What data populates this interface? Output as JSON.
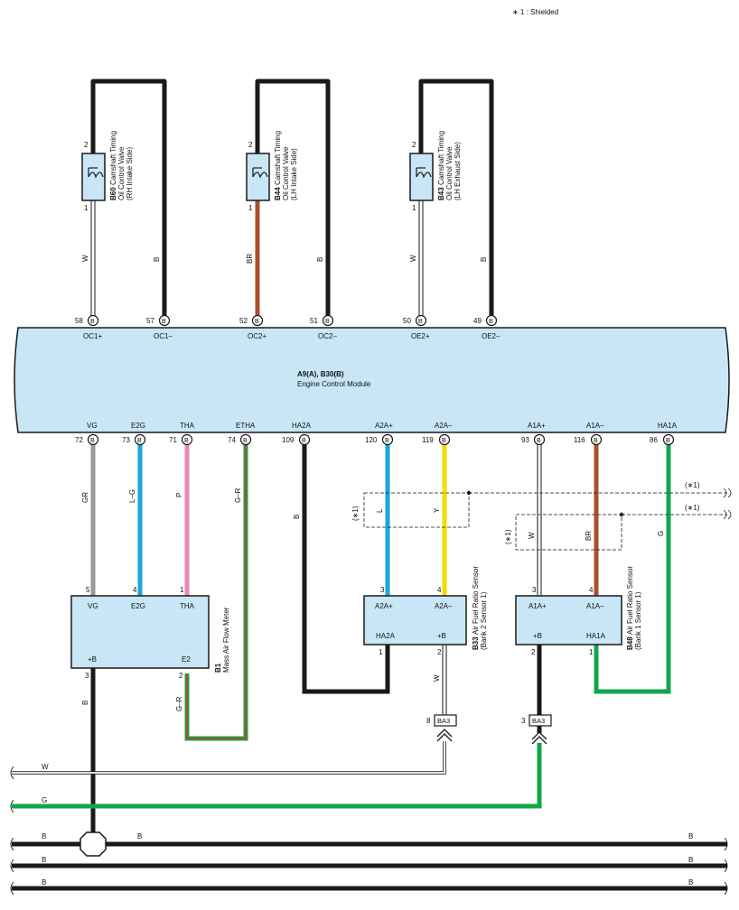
{
  "note": "∗ 1 : Shielded",
  "ecm": {
    "code": "A9(A), B30(B)",
    "name": "Engine Control Module"
  },
  "pin_letter": "B",
  "top_pins": [
    {
      "num": "58",
      "sig": "OC1+"
    },
    {
      "num": "57",
      "sig": "OC1–"
    },
    {
      "num": "52",
      "sig": "OC2+"
    },
    {
      "num": "51",
      "sig": "OC2–"
    },
    {
      "num": "50",
      "sig": "OE2+"
    },
    {
      "num": "49",
      "sig": "OE2–"
    }
  ],
  "bottom_pins": [
    {
      "num": "72",
      "sig": "VG"
    },
    {
      "num": "73",
      "sig": "E2G"
    },
    {
      "num": "71",
      "sig": "THA"
    },
    {
      "num": "74",
      "sig": "ETHA"
    },
    {
      "num": "109",
      "sig": "HA2A"
    },
    {
      "num": "120",
      "sig": "A2A+"
    },
    {
      "num": "119",
      "sig": "A2A–"
    },
    {
      "num": "93",
      "sig": "A1A+"
    },
    {
      "num": "116",
      "sig": "A1A–"
    },
    {
      "num": "86",
      "sig": "HA1A"
    }
  ],
  "valves": [
    {
      "code": "B60",
      "line1": "Camshaft Timing",
      "line2": "Oil Control Valve",
      "line3": "(RH Intake Side)",
      "pin_top": "2",
      "pin_bot": "1",
      "wire_left": "W",
      "wire_right": "B"
    },
    {
      "code": "B44",
      "line1": "Camshaft Timing",
      "line2": "Oil Control Valve",
      "line3": "(LH Intake Side)",
      "pin_top": "2",
      "pin_bot": "1",
      "wire_left": "BR",
      "wire_right": "B"
    },
    {
      "code": "B43",
      "line1": "Camshaft Timing",
      "line2": "Oil Control Valve",
      "line3": "(LH Exhaust Side)",
      "pin_top": "2",
      "pin_bot": "1",
      "wire_left": "W",
      "wire_right": "B"
    }
  ],
  "wire_colors": {
    "vg": "GR",
    "e2g": "L–G",
    "tha": "P",
    "etha": "G–R",
    "ha2a": "B",
    "a2ap": "L",
    "a2am": "Y",
    "a1ap": "W",
    "a1am": "BR",
    "ha1a": "G",
    "maf_b": "B",
    "maf_e2": "G–R",
    "b33_b": "W"
  },
  "shield_labels": [
    "(∗1)",
    "(∗1)",
    "(∗1)",
    "(∗1)"
  ],
  "maf": {
    "code": "B1",
    "name": "Mass Air Flow Meter",
    "pins_top": [
      {
        "n": "5",
        "s": "VG"
      },
      {
        "n": "4",
        "s": "E2G"
      },
      {
        "n": "1",
        "s": "THA"
      }
    ],
    "pins_bot": [
      {
        "n": "3",
        "s": "+B"
      },
      {
        "n": "2",
        "s": "E2"
      }
    ]
  },
  "b33": {
    "code": "B33",
    "line1": "Air Fuel Ratio Sensor",
    "line2": "(Bank 2 Sensor 1)",
    "pins_top": [
      {
        "n": "3",
        "s": "A2A+"
      },
      {
        "n": "4",
        "s": "A2A–"
      }
    ],
    "pins_bot": [
      {
        "n": "1",
        "s": "HA2A"
      },
      {
        "n": "2",
        "s": "+B"
      }
    ]
  },
  "b48": {
    "code": "B48",
    "line1": "Air Fuel Ratio Sensor",
    "line2": "(Bank 1 Sensor 1)",
    "pins_top": [
      {
        "n": "3",
        "s": "A1A+"
      },
      {
        "n": "4",
        "s": "A1A–"
      }
    ],
    "pins_bot": [
      {
        "n": "2",
        "s": "+B"
      },
      {
        "n": "1",
        "s": "HA1A"
      }
    ]
  },
  "junctions": [
    {
      "pin": "8",
      "code": "BA3"
    },
    {
      "pin": "3",
      "code": "BA3"
    }
  ],
  "bus_labels": {
    "w": "W",
    "g": "G",
    "b1": "B",
    "b1b": "B",
    "b1r": "B",
    "b2": "B",
    "b2r": "B",
    "b3": "B",
    "b3r": "B"
  },
  "colors": {
    "black": "#1a1a1a",
    "brown": "#a5532e",
    "gray": "#999999",
    "cyan": "#1aa6d8",
    "pink": "#ea85b8",
    "yellow": "#f5dd00",
    "green": "#14a64a",
    "red": "#d8302b",
    "box_fill": "#c8e6f5",
    "box_stroke": "#1a1a1a"
  }
}
